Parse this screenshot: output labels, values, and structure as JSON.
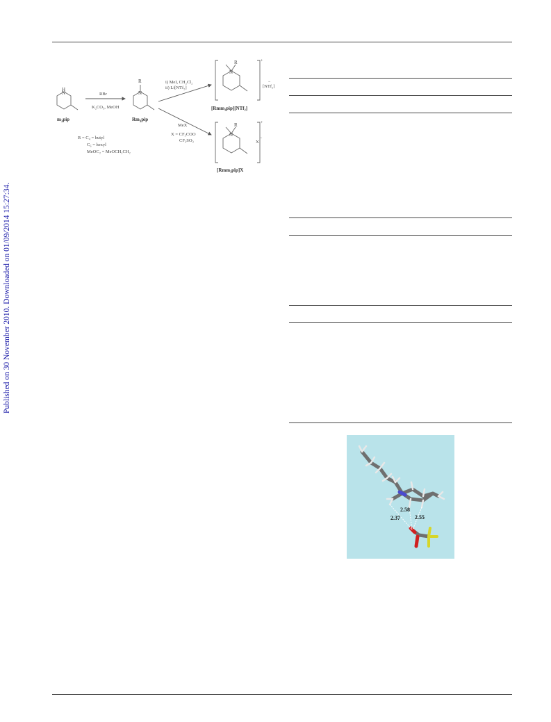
{
  "sidebar": {
    "published_notice": "Published on 30 November 2010. Downloaded on 01/09/2014 15:27:34."
  },
  "scheme": {
    "start_label": "m",
    "start_sub": "3",
    "start_suffix": "pip",
    "step1_reagent_top": "RBr",
    "step1_reagent_bottom": "K₂CO₃, MeOH",
    "intermediate_label": "Rm",
    "intermediate_sub": "3",
    "intermediate_suffix": "pip",
    "r_substituent": "R",
    "n_label": "N",
    "nh_label": "H",
    "r_definitions": [
      "R = C₄ = butyl",
      "C₆ = hexyl",
      "MeOC₂ = MeOCH₂CH₂"
    ],
    "upper_conditions": [
      "i) MeI, CH₂Cl₂",
      "ii) Li[NTf₂]"
    ],
    "lower_reagent": "MeX",
    "lower_conditions": [
      "X = CF₃COO",
      "CF₃SO₃"
    ],
    "product1_anion": "[NTf₂]",
    "product1_label": "[Rmm₃pip][NTf₂]",
    "product2_anion": "X",
    "product2_label": "[Rmm₃pip]X",
    "plus": "+",
    "minus": "−"
  },
  "model": {
    "background": "#b9e3ea",
    "distances": [
      "2.58",
      "2.37",
      "2.55"
    ]
  },
  "colors": {
    "sidebar_link": "#1a1aa8",
    "rule": "#444444"
  }
}
